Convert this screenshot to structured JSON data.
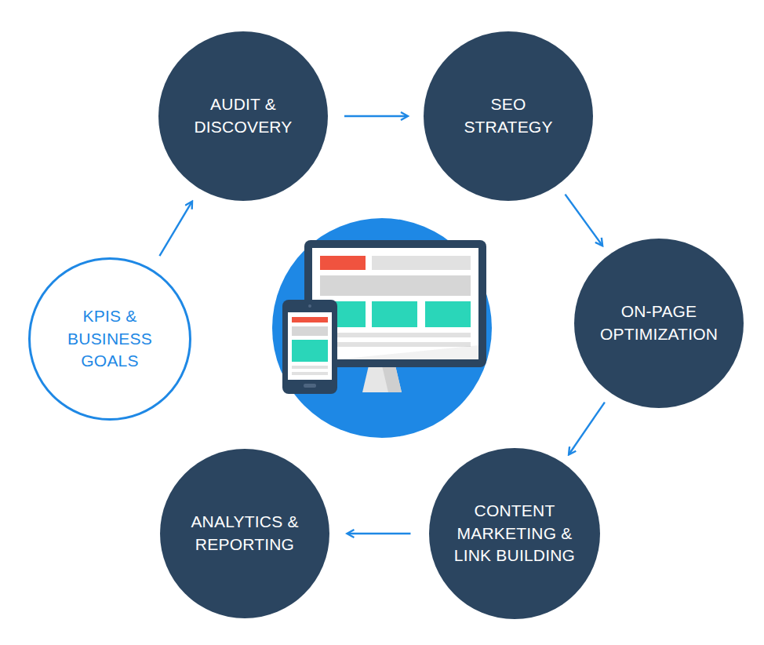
{
  "diagram": {
    "nodes": [
      {
        "text": [
          "KPIS & BUSINESS GOALS"
        ]
      },
      {
        "text": [
          "AUDIT & DISCOVERY"
        ]
      },
      {
        "text": [
          "SEO STRATEGY"
        ]
      },
      {
        "text": [
          "ON-PAGE OPTIMIZATION"
        ]
      },
      {
        "text": [
          "CONTENT MARKETING & LINK BUILDING"
        ]
      },
      {
        "text": [
          "ANALYTICS & REPORTING"
        ]
      }
    ],
    "edges": [
      {
        "from": 0,
        "to": 1,
        "arrow": "to"
      },
      {
        "from": 1,
        "to": 2,
        "arrow": "to"
      },
      {
        "from": 2,
        "to": 3,
        "arrow": "to"
      },
      {
        "from": 3,
        "to": 4,
        "arrow": "to"
      },
      {
        "from": 4,
        "to": 5,
        "arrow": "to"
      }
    ]
  }
}
